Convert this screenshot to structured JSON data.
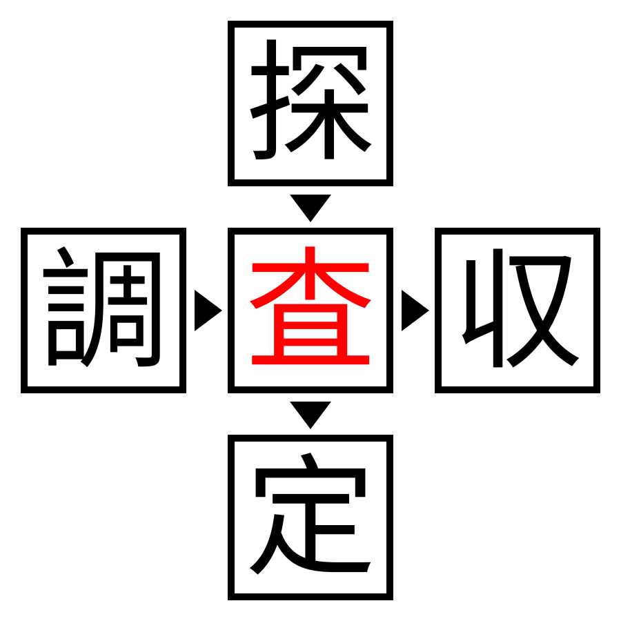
{
  "puzzle": {
    "center": {
      "char": "査",
      "color": "#ff0000"
    },
    "top": {
      "char": "探"
    },
    "left": {
      "char": "調"
    },
    "right": {
      "char": "収"
    },
    "bottom": {
      "char": "定"
    }
  },
  "colors": {
    "border": "#000000",
    "text": "#000000",
    "highlight": "#ff0000"
  }
}
